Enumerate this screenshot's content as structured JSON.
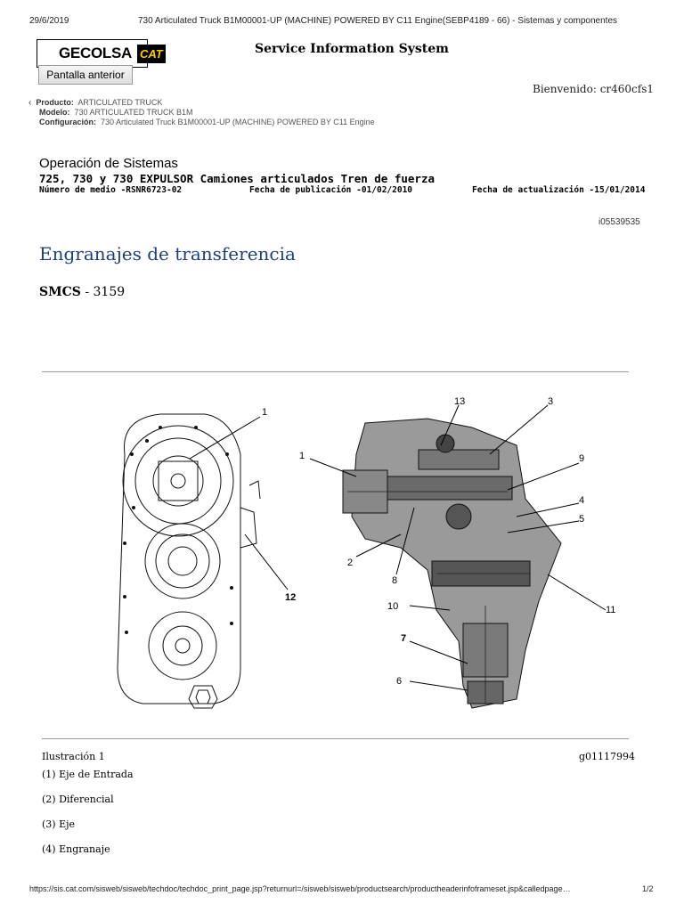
{
  "print_header": {
    "date": "29/6/2019",
    "title": "730 Articulated Truck B1M00001-UP (MACHINE) POWERED BY C11 Engine(SEBP4189 - 66) - Sistemas y componentes"
  },
  "logo": {
    "brand": "GECOLSA",
    "cat_mark": "CAT"
  },
  "header": {
    "title": "Service Information System",
    "back_button": "Pantalla anterior",
    "welcome": "Bienvenido: cr460cfs1"
  },
  "product_info": {
    "product_label": "Producto:",
    "product_value": "ARTICULATED TRUCK",
    "model_label": "Modelo:",
    "model_value": "730 ARTICULATED TRUCK B1M",
    "config_label": "Configuración:",
    "config_value": "730 Articulated Truck B1M00001-UP (MACHINE) POWERED BY C11 Engine"
  },
  "section": {
    "title": "Operación de Sistemas",
    "subtitle": "725, 730 y 730 EXPULSOR Camiones articulados Tren de fuerza",
    "media_number": "Número de medio -RSNR6723-02",
    "pub_date": "Fecha de publicación -01/02/2010",
    "update_date": "Fecha de actualización -15/01/2014",
    "doc_id": "i05539535"
  },
  "page": {
    "heading": "Engranajes de transferencia",
    "smcs_label": "SMCS",
    "smcs_value": " - 3159"
  },
  "figure": {
    "left_callouts": [
      "1",
      "12"
    ],
    "right_callouts": [
      "13",
      "3",
      "1",
      "9",
      "4",
      "5",
      "2",
      "8",
      "10",
      "11",
      "7",
      "6"
    ],
    "caption": "Ilustración 1",
    "code": "g01117994"
  },
  "legend": [
    "(1) Eje de Entrada",
    "(2) Diferencial",
    "(3) Eje",
    "(4) Engranaje"
  ],
  "footer": {
    "url": "https://sis.cat.com/sisweb/sisweb/techdoc/techdoc_print_page.jsp?returnurl=/sisweb/sisweb/productsearch/productheaderinfoframeset.jsp&calledpage…",
    "page": "1/2"
  }
}
